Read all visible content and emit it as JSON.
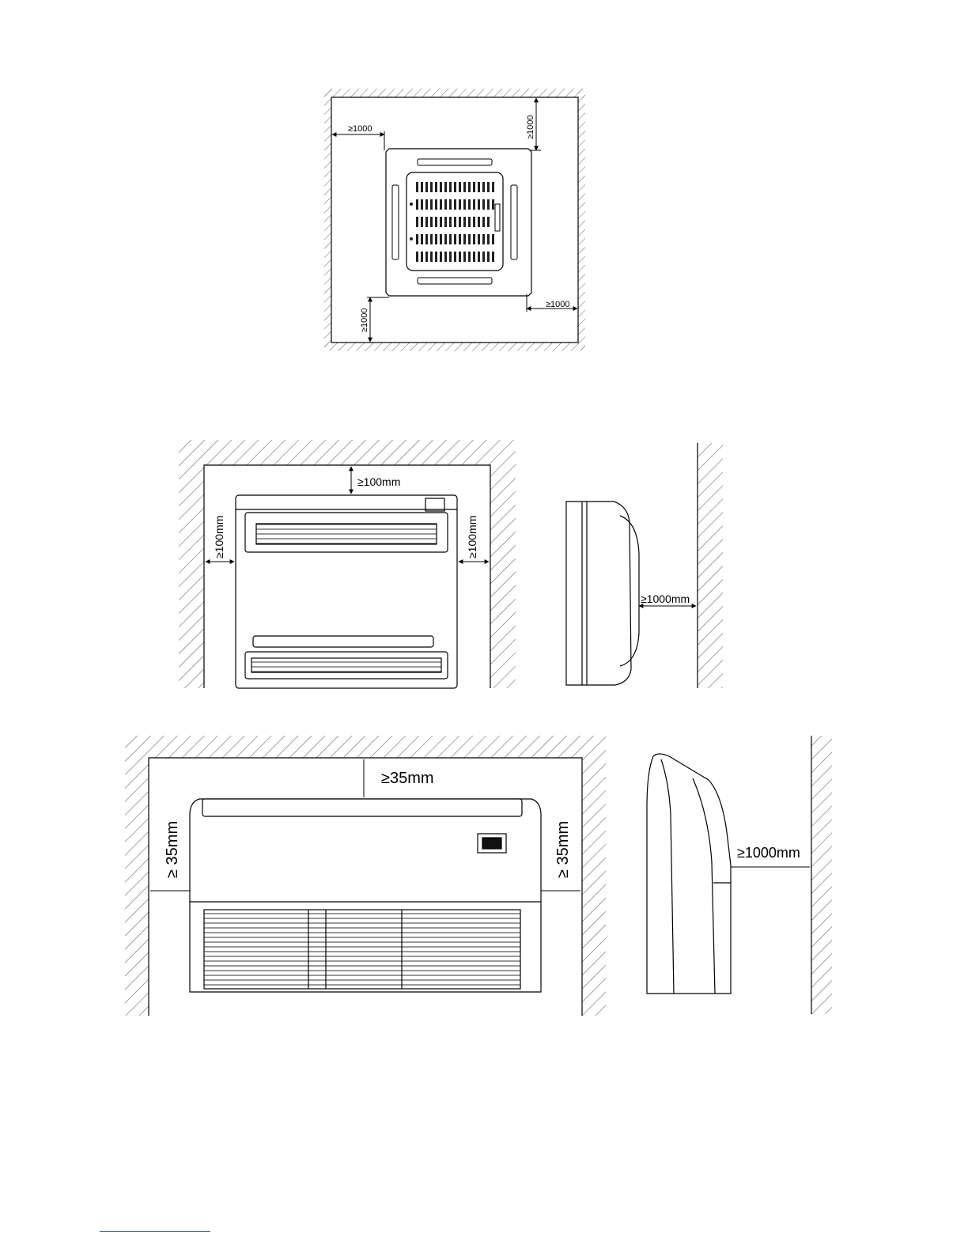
{
  "cassette": {
    "top_label": "≥1000",
    "right_label": "≥1000",
    "left_label": "≥1000",
    "bottom_label": "≥1000"
  },
  "console": {
    "top_label": "≥100mm",
    "left_label": "≥100mm",
    "right_label": "≥100mm",
    "side_label": "≥1000mm"
  },
  "ceiling_floor": {
    "top_label": "≥35mm",
    "left_label": "≥ 35mm",
    "right_label": "≥ 35mm",
    "side_label": "≥1000mm"
  },
  "colors": {
    "line": "#000000",
    "hatch": "#555555",
    "footer_rule": "#1f3fbf"
  }
}
